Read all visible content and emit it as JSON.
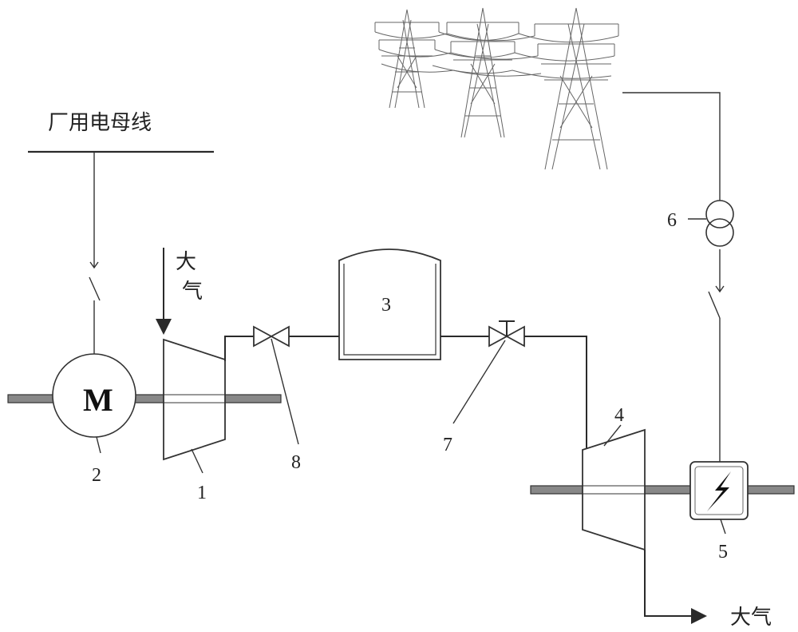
{
  "labels": {
    "busbar": "厂用电母线",
    "atmosphere_in_top": "大",
    "atmosphere_in_bottom": "气",
    "atmosphere_out": "大气",
    "motor_symbol": "M"
  },
  "components": [
    {
      "id": "1",
      "name": "compressor"
    },
    {
      "id": "2",
      "name": "motor"
    },
    {
      "id": "3",
      "name": "storage-tank"
    },
    {
      "id": "4",
      "name": "expander-turbine"
    },
    {
      "id": "5",
      "name": "generator"
    },
    {
      "id": "6",
      "name": "transformer"
    },
    {
      "id": "7",
      "name": "regulating-valve"
    },
    {
      "id": "8",
      "name": "check-valve"
    }
  ]
}
